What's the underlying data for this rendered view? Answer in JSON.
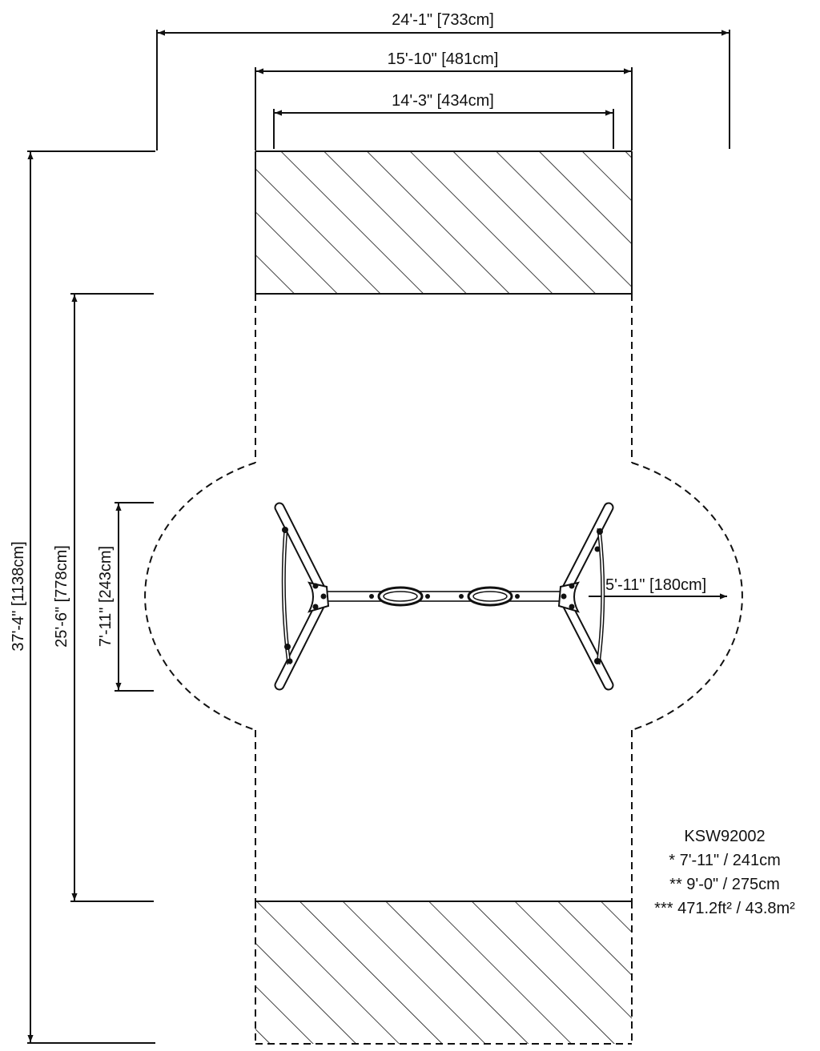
{
  "dimensions": {
    "overall_width": "24'-1\" [733cm]",
    "zone_width": "15'-10\" [481cm]",
    "frame_width": "14'-3\" [434cm]",
    "overall_length": "37'-4\" [1138cm]",
    "swing_zone_length": "25'-6\" [778cm]",
    "frame_depth": "7'-11\" [243cm]",
    "side_clearance": "5'-11\" [180cm]"
  },
  "notes": {
    "model": "KSW92002",
    "line1": "* 7'-11\" / 241cm",
    "line2": "** 9'-0\" / 275cm",
    "line3": "*** 471.2ft² / 43.8m²"
  },
  "colors": {
    "ink": "#111111",
    "background": "#ffffff"
  }
}
